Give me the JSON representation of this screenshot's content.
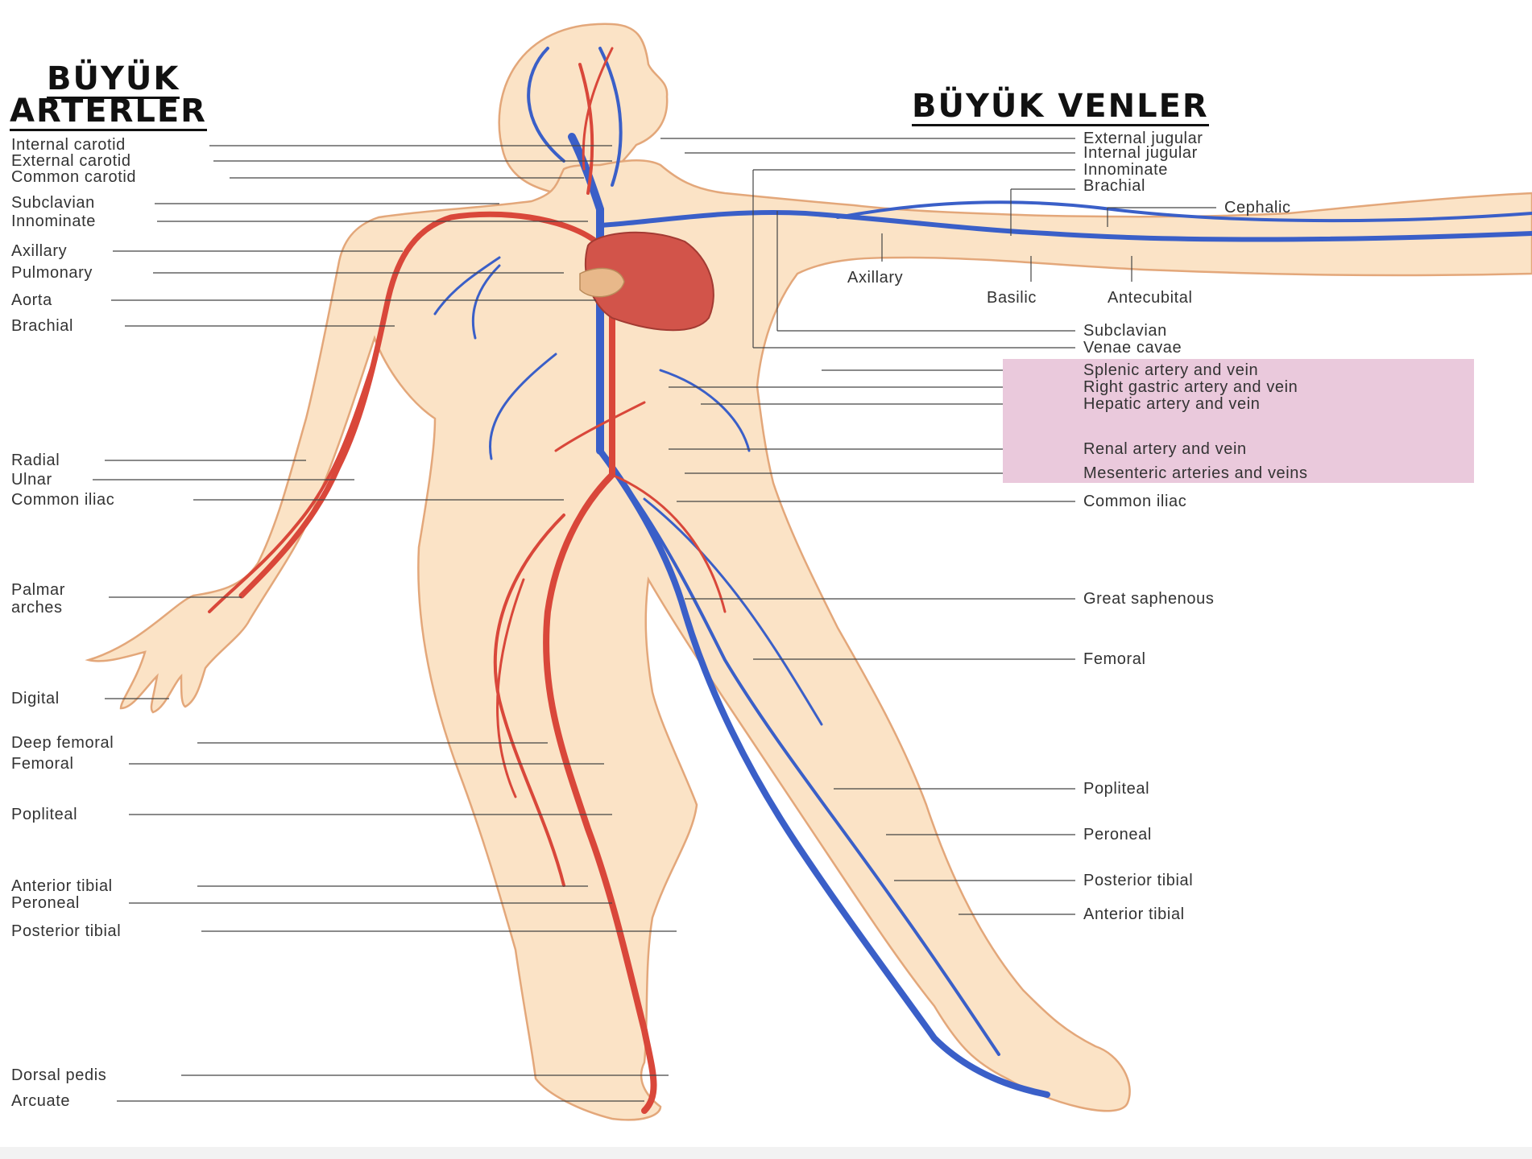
{
  "headings": {
    "left_line1": "BÜYÜK",
    "left_line2": "ARTERLER",
    "right": "BÜYÜK VENLER"
  },
  "artery_labels": [
    "Internal carotid",
    "External carotid",
    "Common carotid",
    "Subclavian",
    "Innominate",
    "Axillary",
    "Pulmonary",
    "Aorta",
    "Brachial",
    "Radial",
    "Ulnar",
    "Common iliac",
    "Palmar\narches",
    "Digital",
    "Deep femoral",
    "Femoral",
    "Popliteal",
    "Anterior tibial",
    "Peroneal",
    "Posterior tibial",
    "Dorsal pedis",
    "Arcuate"
  ],
  "vein_labels": [
    "External jugular",
    "Internal jugular",
    "Innominate",
    "Brachial",
    "Cephalic",
    "Axillary",
    "Basilic",
    "Antecubital",
    "Subclavian",
    "Venae cavae",
    "Splenic artery and vein",
    "Right gastric artery and vein",
    "Hepatic artery and vein",
    "Renal artery and vein",
    "Mesenteric arteries and veins",
    "Common iliac",
    "Great saphenous",
    "Femoral",
    "Popliteal",
    "Peroneal",
    "Posterior tibial",
    "Anterior tibial"
  ],
  "colors": {
    "artery": "#d9473a",
    "vein": "#3a5fc8",
    "skin": "#fbe3c6",
    "skin_outline": "#e3a77a",
    "heart": "#d2544a",
    "leader_line": "#444444",
    "shared_vessel_box": "#eac9dc"
  }
}
